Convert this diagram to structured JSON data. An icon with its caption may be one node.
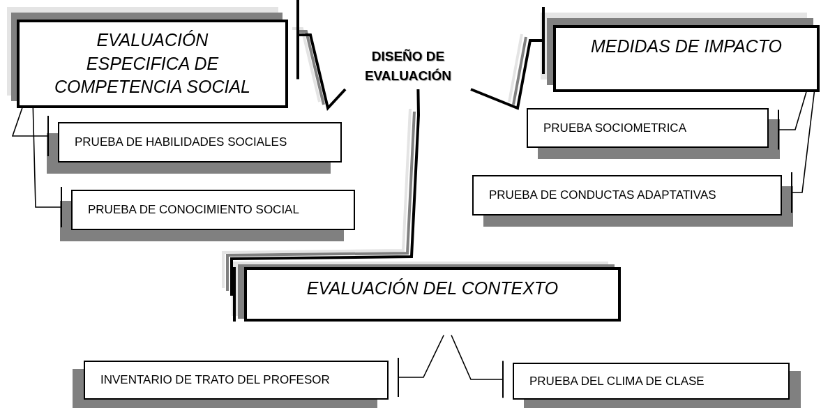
{
  "diagram": {
    "nodes": [
      {
        "text": [
          "EVALUACIÓN ESPECIFICA DE COMPETENCIA SOCIAL"
        ]
      },
      {
        "text": [
          "DISEÑO DE EVALUACIÓN"
        ]
      },
      {
        "text": [
          "MEDIDAS DE IMPACTO"
        ]
      },
      {
        "text": [
          "PRUEBA DE HABILIDADES SOCIALES"
        ]
      },
      {
        "text": [
          "PRUEBA DE CONOCIMIENTO SOCIAL"
        ]
      },
      {
        "text": [
          "PRUEBA SOCIOMETRICA"
        ]
      },
      {
        "text": [
          "PRUEBA DE CONDUCTAS ADAPTATIVAS"
        ]
      },
      {
        "text": [
          "EVALUACIÓN DEL CONTEXTO"
        ]
      },
      {
        "text": [
          "INVENTARIO DE TRATO DEL PROFESOR"
        ]
      },
      {
        "text": [
          "PRUEBA DEL CLIMA DE CLASE"
        ]
      }
    ],
    "edges": [
      {
        "from": 1,
        "to": 0,
        "arrow": "other",
        "style": "thick"
      },
      {
        "from": 1,
        "to": 2,
        "arrow": "other",
        "style": "thick"
      },
      {
        "from": 1,
        "to": 7,
        "arrow": "other",
        "style": "thick"
      },
      {
        "from": 0,
        "to": 3,
        "arrow": "other"
      },
      {
        "from": 0,
        "to": 4,
        "arrow": "other"
      },
      {
        "from": 2,
        "to": 5,
        "arrow": "other"
      },
      {
        "from": 2,
        "to": 6,
        "arrow": "other"
      },
      {
        "from": 7,
        "to": 8,
        "arrow": "other"
      },
      {
        "from": 7,
        "to": 9,
        "arrow": "other"
      }
    ]
  }
}
